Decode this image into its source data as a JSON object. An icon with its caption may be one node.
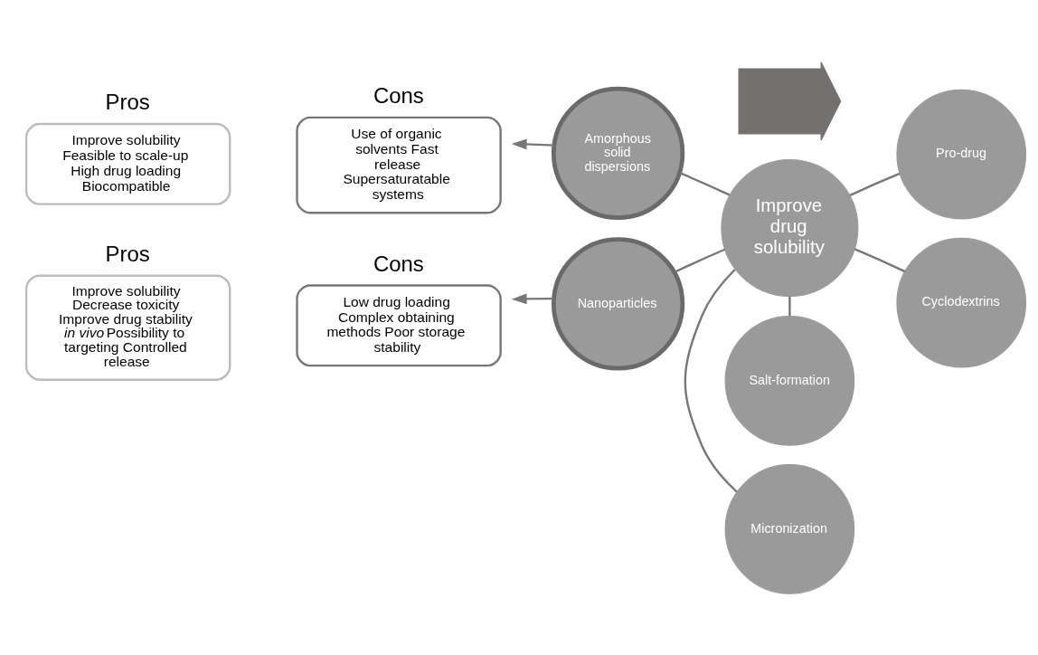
{
  "diagram": {
    "nodes": [
      {
        "text": [
          "Pros",
          "Improve solubility Feasible to scale-up High drug loading Biocompatible"
        ]
      },
      {
        "text": [
          "Cons",
          "Use of organic solvents Fast release Supersaturatable systems"
        ]
      },
      {
        "text": [
          "Pros",
          "Improve solubility Decrease toxicity Improve drug stability *in vivo* Possibility to targeting Controlled release"
        ]
      },
      {
        "text": [
          "Cons",
          "Low drug loading Complex obtaining methods Poor storage stability"
        ]
      },
      {
        "text": [
          "Amorphous solid dispersions"
        ]
      },
      {
        "text": [
          "Salt-formation"
        ]
      },
      {
        "text": [
          "Pro-drug"
        ]
      },
      {
        "text": [
          "Improve drug solubility"
        ]
      },
      {
        "text": [
          "Cyclodextrins"
        ]
      },
      {
        "text": [
          "Micronization"
        ]
      },
      {
        "text": [
          "Nanoparticles"
        ]
      },
      {
        "text": [],
        "shape": "arrow"
      }
    ],
    "edges": [
      {
        "from": 4,
        "to": 1,
        "arrow": "to"
      },
      {
        "from": 10,
        "to": 3,
        "arrow": "to"
      },
      {
        "from": 7,
        "to": 5,
        "arrow": "none"
      },
      {
        "from": 7,
        "to": 6,
        "arrow": "none"
      },
      {
        "from": 7,
        "to": 8,
        "arrow": "none"
      },
      {
        "from": 7,
        "to": 9,
        "arrow": "none"
      },
      {
        "from": 7,
        "to": 10,
        "arrow": "none"
      },
      {
        "from": 7,
        "to": 4,
        "arrow": "none"
      }
    ]
  }
}
